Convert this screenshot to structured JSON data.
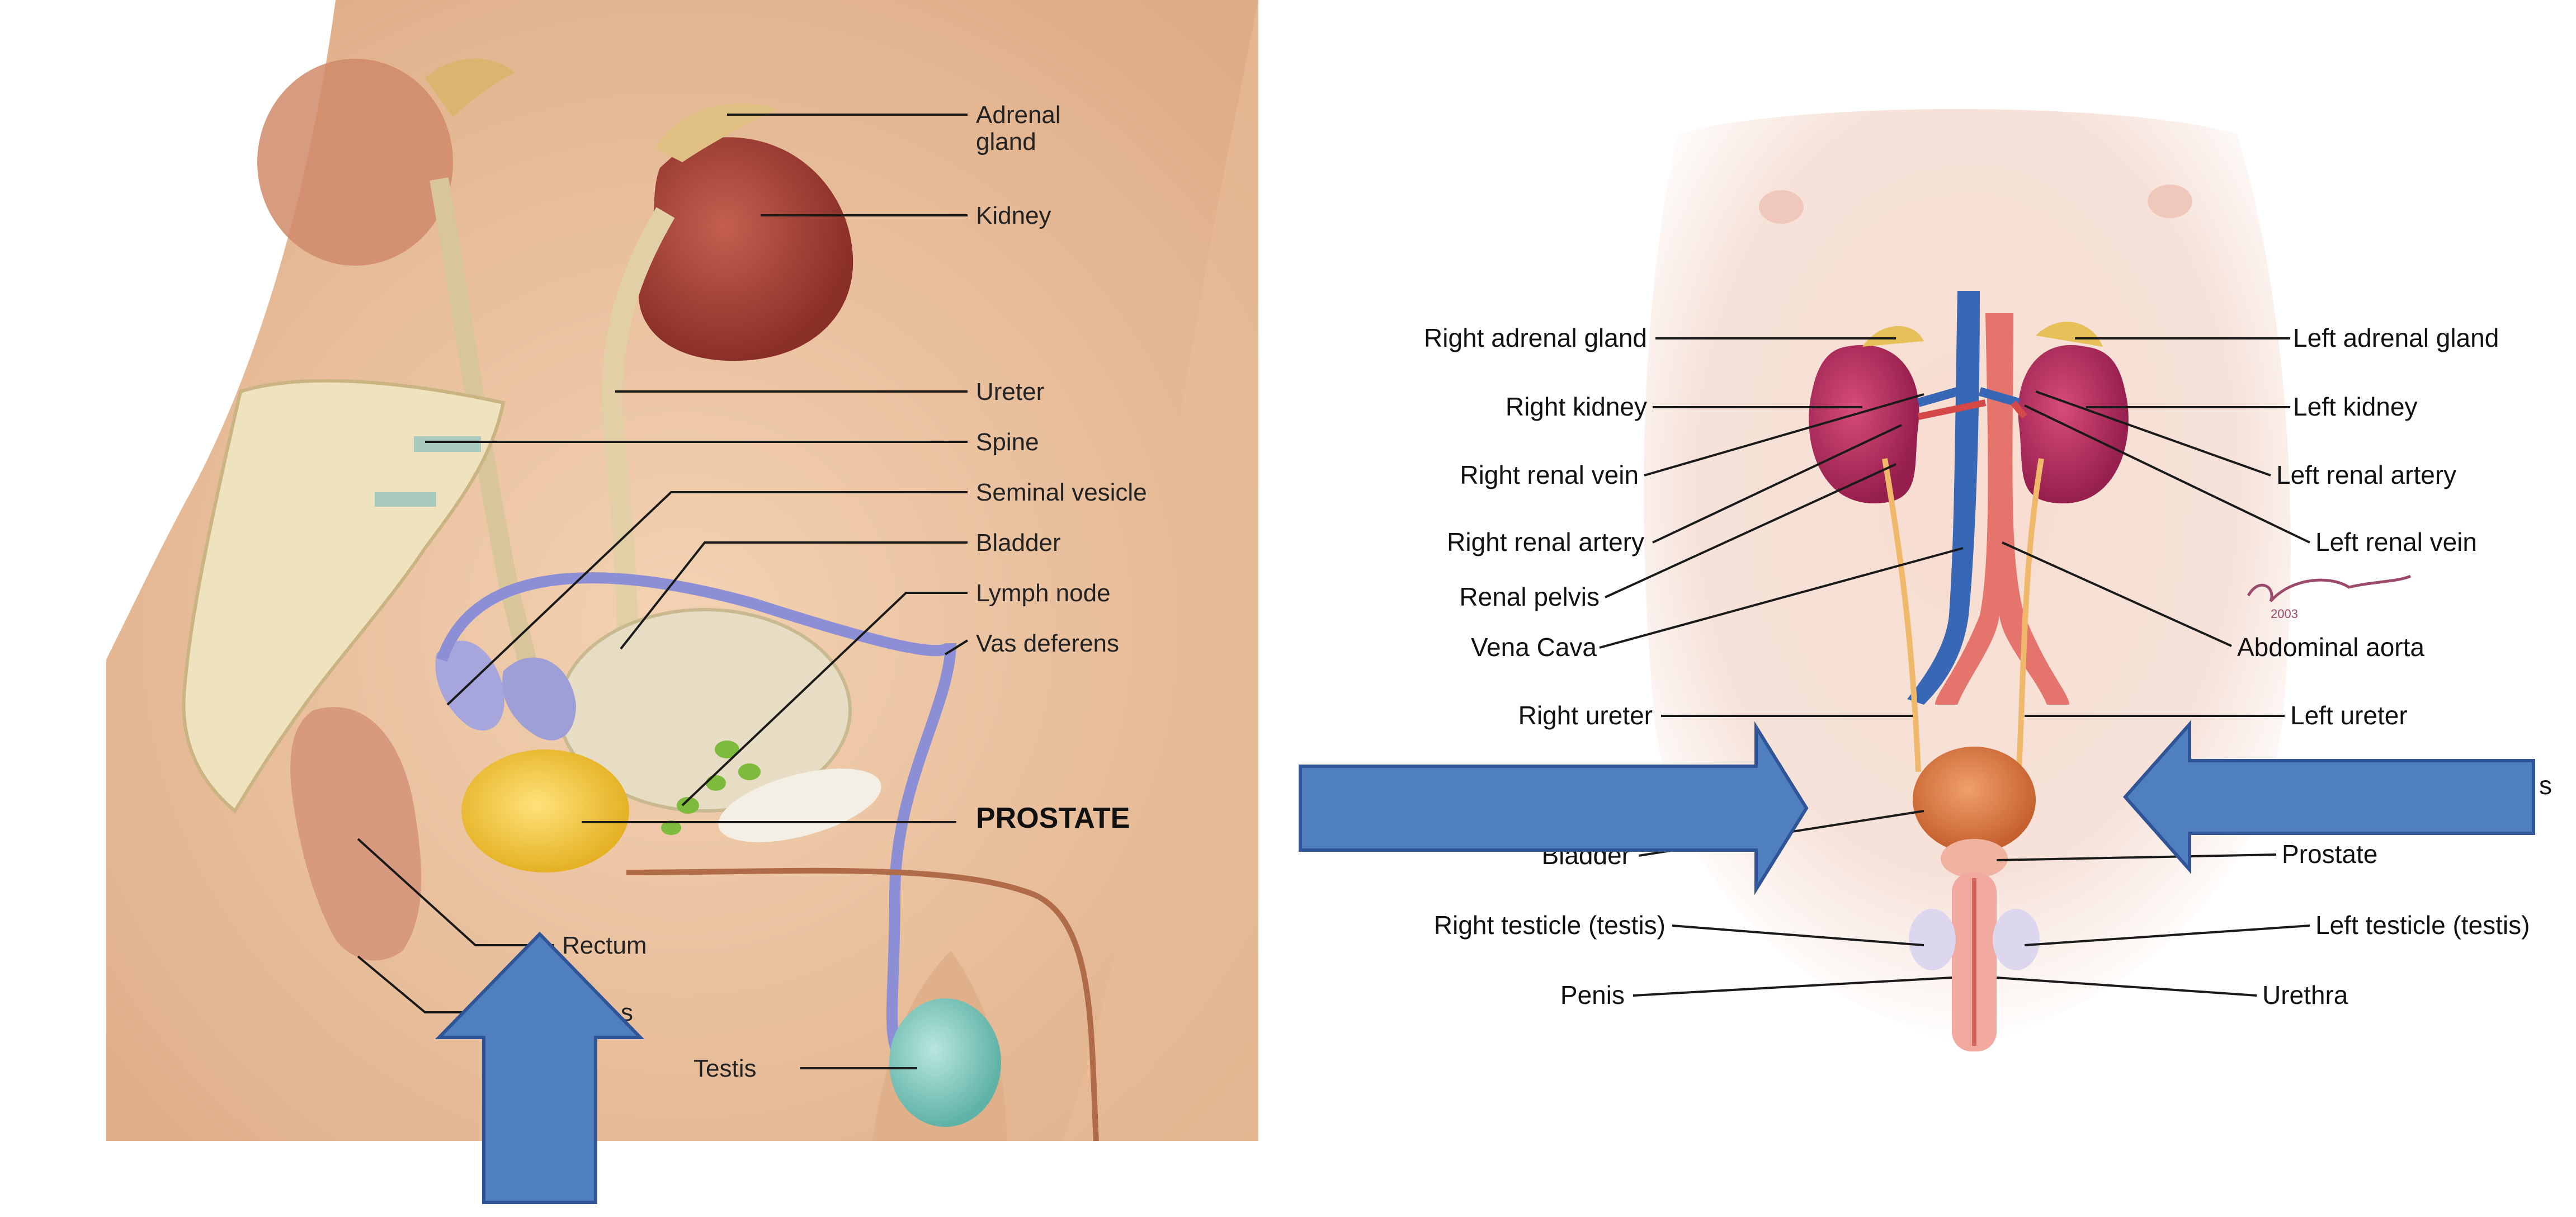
{
  "left_panel": {
    "labels": {
      "adrenal_gland": "Adrenal\ngland",
      "kidney": "Kidney",
      "ureter": "Ureter",
      "spine": "Spine",
      "seminal_vesicle": "Seminal vesicle",
      "bladder": "Bladder",
      "lymph_node": "Lymph node",
      "vas_deferens": "Vas deferens",
      "prostate": "PROSTATE",
      "rectum": "Rectum",
      "anus_partial": "s",
      "testis": "Testis"
    }
  },
  "right_panel": {
    "labels": {
      "right_adrenal_gland": "Right adrenal gland",
      "left_adrenal_gland": "Left adrenal gland",
      "right_kidney": "Right kidney",
      "left_kidney": "Left kidney",
      "right_renal_vein": "Right renal vein",
      "left_renal_artery": "Left renal artery",
      "right_renal_artery": "Right renal artery",
      "left_renal_vein": "Left renal vein",
      "renal_pelvis": "Renal pelvis",
      "vena_cava": "Vena Cava",
      "abdominal_aorta": "Abdominal aorta",
      "right_ureter": "Right ureter",
      "left_ureter": "Left ureter",
      "bladder": "Bladder",
      "prostate": "Prostate",
      "right_testicle": "Right testicle (testis)",
      "left_testicle": "Left testicle (testis)",
      "penis": "Penis",
      "urethra": "Urethra",
      "partial_right_edge": "s"
    },
    "signature": "© Taranna 2003"
  },
  "arrows": {
    "color": "#4f7fbf",
    "border_color": "#2f5597",
    "items": [
      {
        "name": "up-arrow",
        "direction": "up"
      },
      {
        "name": "right-pointing-arrow",
        "direction": "right"
      },
      {
        "name": "left-pointing-arrow",
        "direction": "left"
      }
    ]
  }
}
